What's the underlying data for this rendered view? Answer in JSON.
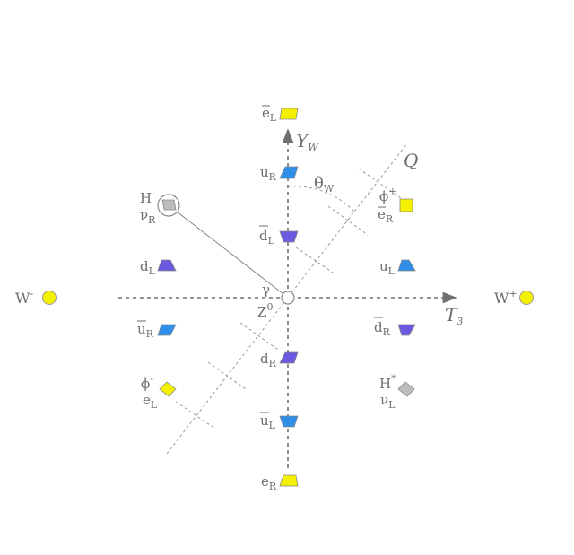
{
  "axes": {
    "y_label": "Y",
    "y_sub": "W",
    "x_label": "T",
    "x_sub": "3",
    "q_label": "Q",
    "theta_label": "θ",
    "theta_sub": "W"
  },
  "particles": {
    "eLbar": {
      "base": "e",
      "sub": "L",
      "bar": true
    },
    "uR": {
      "base": "u",
      "sub": "R"
    },
    "dLbar": {
      "base": "d",
      "sub": "L",
      "bar": true
    },
    "H": {
      "base": "H",
      "sub": ""
    },
    "nuR": {
      "base": "ν",
      "sub": "R"
    },
    "dL": {
      "base": "d",
      "sub": "L"
    },
    "uRbar": {
      "base": "u",
      "sub": "R",
      "bar": true
    },
    "phiMinus": {
      "base": "ϕ",
      "sup": "-"
    },
    "eL": {
      "base": "e",
      "sub": "L"
    },
    "phiPlus": {
      "base": "ϕ",
      "sup": "+"
    },
    "eRbar": {
      "base": "e",
      "sub": "R",
      "bar": true
    },
    "uL": {
      "base": "u",
      "sub": "L"
    },
    "dRbar": {
      "base": "d",
      "sub": "R",
      "bar": true
    },
    "Hstar": {
      "base": "H",
      "sup": "*"
    },
    "nuL": {
      "base": "ν",
      "sub": "L"
    },
    "dR": {
      "base": "d",
      "sub": "R"
    },
    "uLbar": {
      "base": "u",
      "sub": "L",
      "bar": true
    },
    "eR": {
      "base": "e",
      "sub": "R"
    },
    "Wminus": {
      "base": "W",
      "sup": "-"
    },
    "Wplus": {
      "base": "W",
      "sup": "+"
    },
    "gamma": {
      "base": "γ"
    },
    "Z0": {
      "base": "Z",
      "sup": "0"
    }
  },
  "colors": {
    "axis": "#707070",
    "yellow": "#f5f000",
    "blue": "#2f8fe8",
    "purple": "#6a5ae0",
    "gray": "#bdbdbd",
    "label": "#6d6d6d"
  }
}
